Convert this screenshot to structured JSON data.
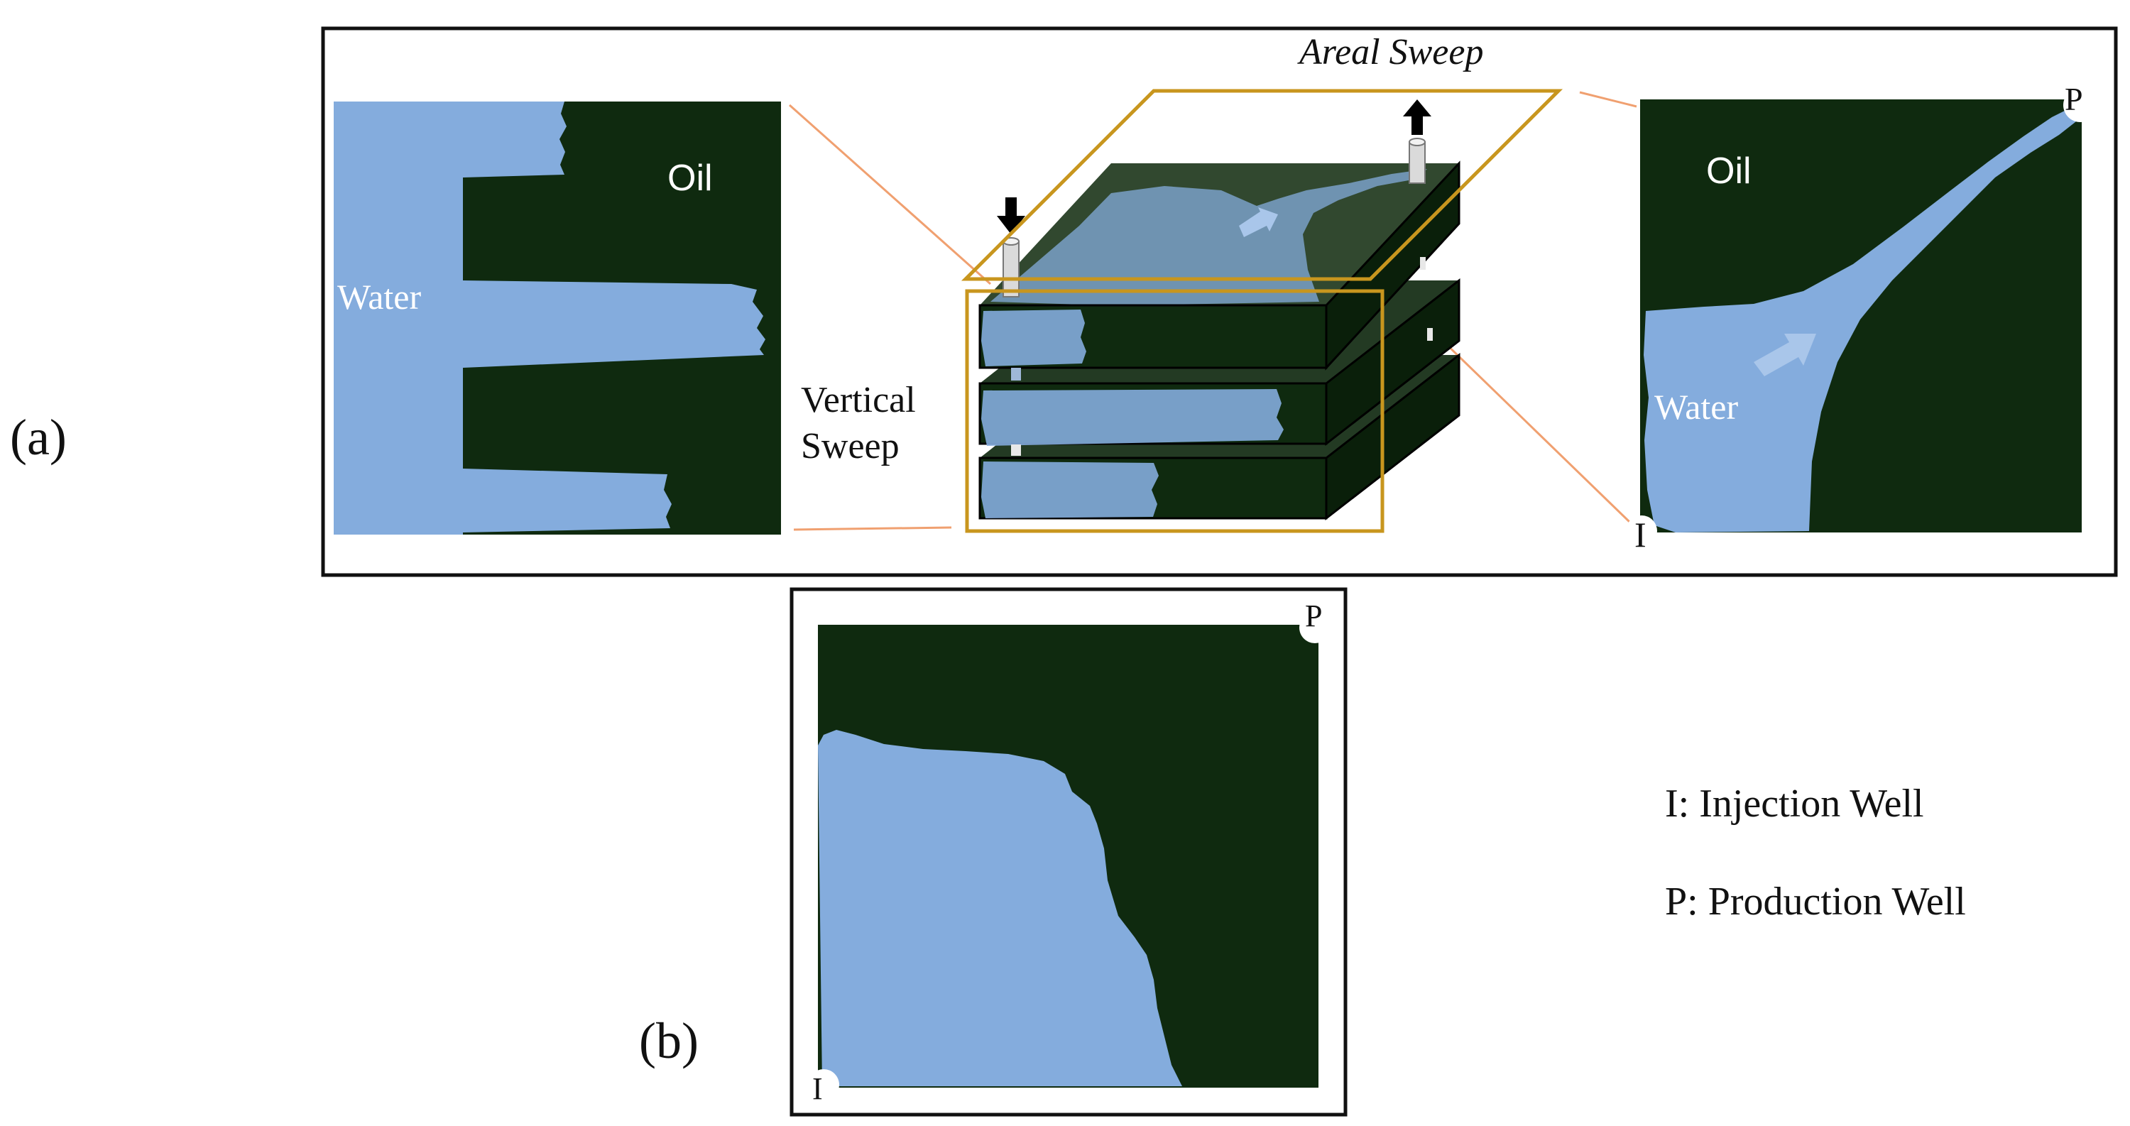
{
  "panel_a": {
    "label": "(a)",
    "areal_sweep_title": "Areal Sweep",
    "vertical_sweep_line1": "Vertical",
    "vertical_sweep_line2": "Sweep",
    "left_view": {
      "oil_label": "Oil",
      "water_label": "Water"
    },
    "right_view": {
      "oil_label": "Oil",
      "water_label": "Water",
      "production_marker": "P",
      "injection_marker": "I"
    }
  },
  "panel_b": {
    "label": "(b)",
    "production_marker": "P",
    "injection_marker": "I"
  },
  "legend": {
    "injection": "I: Injection Well",
    "production": "P: Production Well"
  },
  "colors": {
    "oil": "#0f2a0f",
    "water": "#84acdd",
    "areal_outline": "#c8961e",
    "connector": "#f0a070",
    "frame": "#111111"
  }
}
